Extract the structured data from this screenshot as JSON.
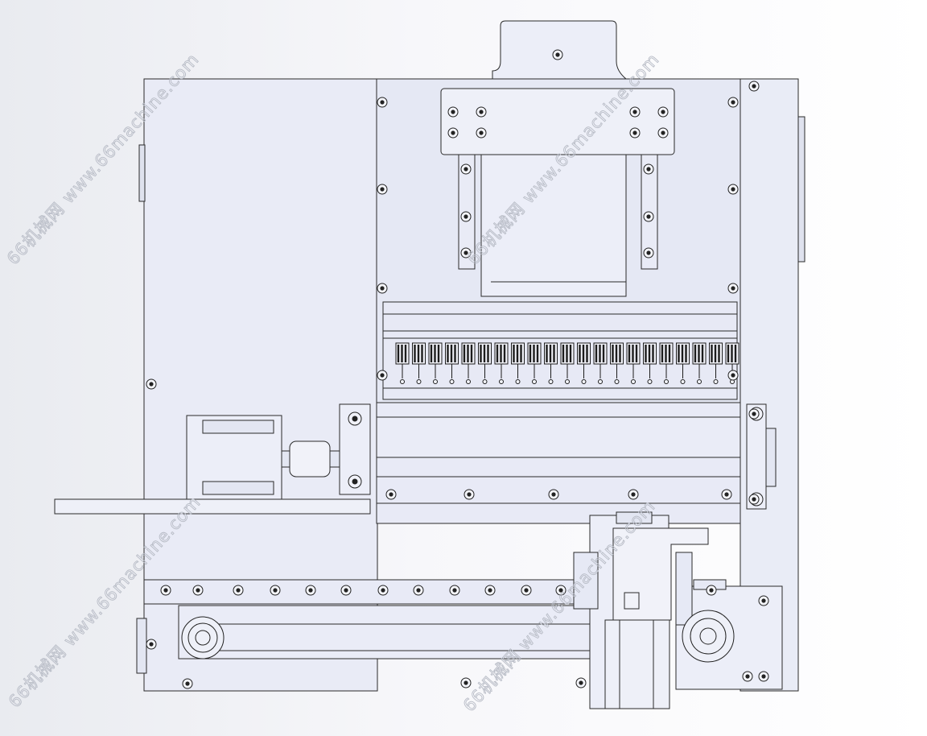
{
  "scene": {
    "description_kind": "cad-drawing",
    "colors": {
      "background": "#eef0f4",
      "panel": "#e6e9f5",
      "panel_light": "#eef0f8",
      "line": "#2a2a2a",
      "watermark": "#b8bcc6"
    }
  },
  "watermarks": [
    {
      "text": "66机械网 www.66machine.com"
    },
    {
      "text": "66机械网 www.66machine.com"
    },
    {
      "text": "66机械网 www.66machine.com"
    },
    {
      "text": "66机械网 www.66machine.com"
    }
  ]
}
